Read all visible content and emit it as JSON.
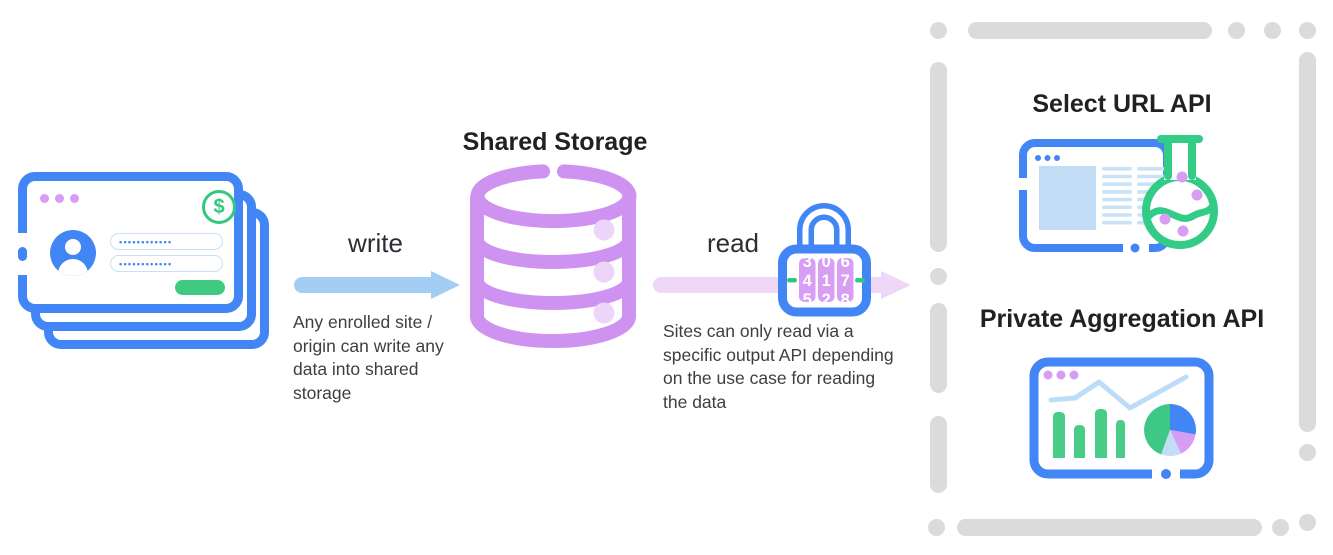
{
  "card": {
    "password_1": "••••••••••••",
    "password_2": "••••••••••••",
    "dollar_glyph": "$"
  },
  "write": {
    "label": "write",
    "caption": "Any enrolled site / origin can write any data into shared storage"
  },
  "storage": {
    "title": "Shared Storage"
  },
  "read": {
    "label": "read",
    "caption": "Sites can only read via a specific output API depending on the use case for reading the data"
  },
  "lock": {
    "dials": [
      [
        "3",
        "4",
        "5"
      ],
      [
        "0",
        "1",
        "2"
      ],
      [
        "6",
        "7",
        "8"
      ]
    ]
  },
  "apis": {
    "select_url_title": "Select URL API",
    "private_aggregation_title": "Private Aggregation API"
  },
  "colors": {
    "blue": "#4285F4",
    "green": "#34C77E",
    "purple": "#CE93F0",
    "light_purple": "#EDD5FA",
    "light_blue_arrow": "#A3CDF3",
    "pink_arrow": "#EFD7F8",
    "dash_gray": "#DBDBDB"
  }
}
